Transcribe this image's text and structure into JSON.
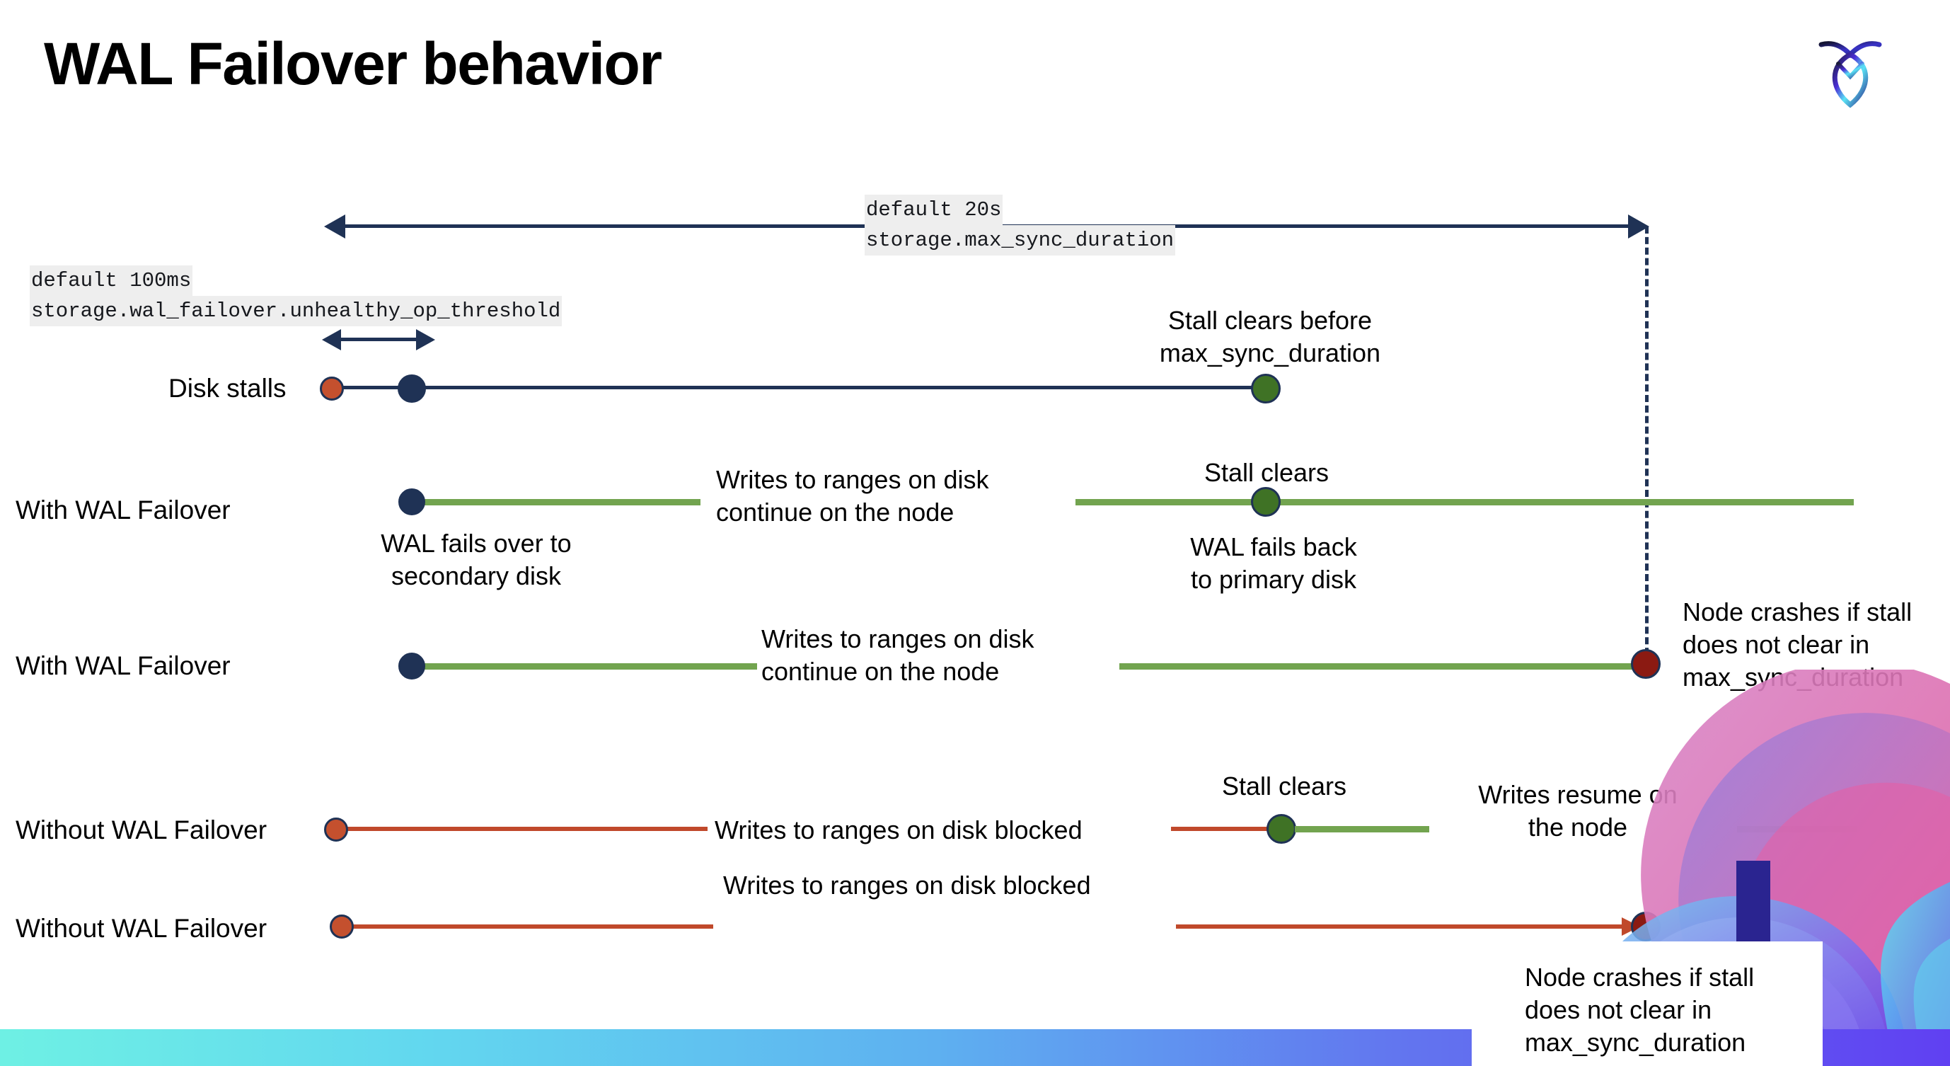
{
  "slide": {
    "title": "WAL Failover behavior",
    "logo_name": "cockroach-logo"
  },
  "annotations": {
    "max_sync_duration": {
      "line1": "default 20s",
      "line2": "storage.max_sync_duration"
    },
    "unhealthy_op_threshold": {
      "line1": "default 100ms",
      "line2": "storage.wal_failover.unhealthy_op_threshold"
    }
  },
  "rows": [
    {
      "label": "Disk stalls"
    },
    {
      "label": "With WAL Failover"
    },
    {
      "label": "With WAL Failover"
    },
    {
      "label": "Without WAL Failover"
    },
    {
      "label": "Without WAL Failover"
    }
  ],
  "callouts": {
    "stall_clears_before": "Stall clears before\nmax_sync_duration",
    "writes_continue_1": "Writes to ranges on disk\ncontinue on the node",
    "stall_clears_1": "Stall clears",
    "wal_fails_over": "WAL fails over to\nsecondary disk",
    "wal_fails_back": "WAL fails  back\nto primary disk",
    "writes_continue_2": "Writes to ranges on disk\ncontinue on the node",
    "node_crashes_1": "Node crashes if stall\ndoes not clear in\nmax_sync_duration",
    "writes_blocked_1": "Writes to ranges on disk  blocked",
    "stall_clears_2": "Stall clears",
    "writes_resume": "Writes resume on\nthe node",
    "writes_blocked_2": "Writes to ranges on disk  blocked",
    "node_crashes_2": "Node crashes if stall\ndoes not clear in\nmax_sync_duration"
  },
  "colors": {
    "navy": "#1f3255",
    "green_line": "#72a44f",
    "green_dot": "#3f7225",
    "red_line": "#c0492b",
    "orange_dot": "#c4502e",
    "dark_red_dot": "#8b1a12",
    "code_bg": "#eeeeee",
    "bar_gradient_start": "#6ef0e4",
    "bar_gradient_end": "#6040f2"
  }
}
